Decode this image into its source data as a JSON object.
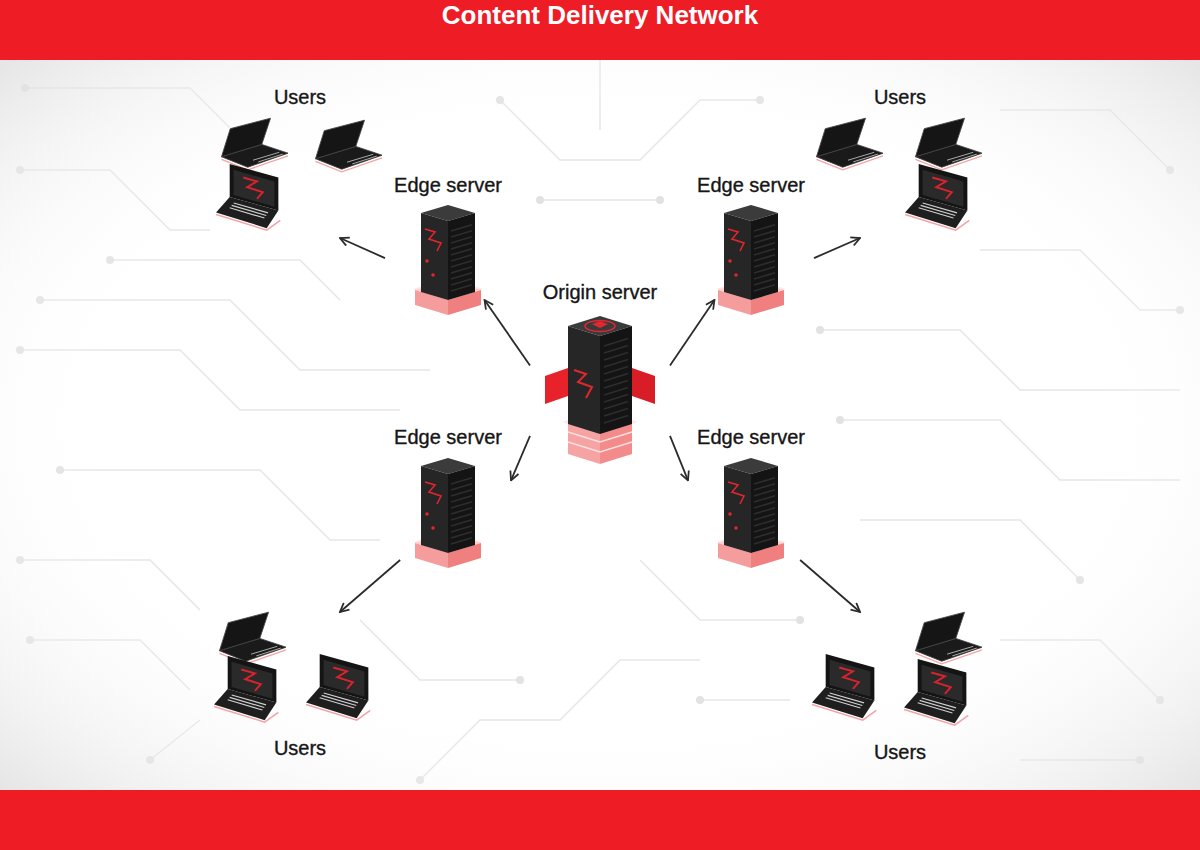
{
  "diagram": {
    "title": "Content Delivery Network",
    "nodes": [
      {
        "text": [
          "Users"
        ]
      },
      {
        "text": [
          "Users"
        ]
      },
      {
        "text": [
          "Edge server"
        ]
      },
      {
        "text": [
          "Edge server"
        ]
      },
      {
        "text": [
          "Origin server"
        ]
      },
      {
        "text": [
          "Edge server"
        ]
      },
      {
        "text": [
          "Edge server"
        ]
      },
      {
        "text": [
          "Users"
        ]
      },
      {
        "text": [
          "Users"
        ]
      }
    ],
    "edges": [
      {
        "from": 4,
        "to": 2,
        "arrow": "to"
      },
      {
        "from": 4,
        "to": 3,
        "arrow": "to"
      },
      {
        "from": 4,
        "to": 5,
        "arrow": "to"
      },
      {
        "from": 4,
        "to": 6,
        "arrow": "to"
      },
      {
        "from": 2,
        "to": 0,
        "arrow": "to"
      },
      {
        "from": 3,
        "to": 1,
        "arrow": "to"
      },
      {
        "from": 5,
        "to": 7,
        "arrow": "to"
      },
      {
        "from": 6,
        "to": 8,
        "arrow": "to"
      }
    ]
  }
}
